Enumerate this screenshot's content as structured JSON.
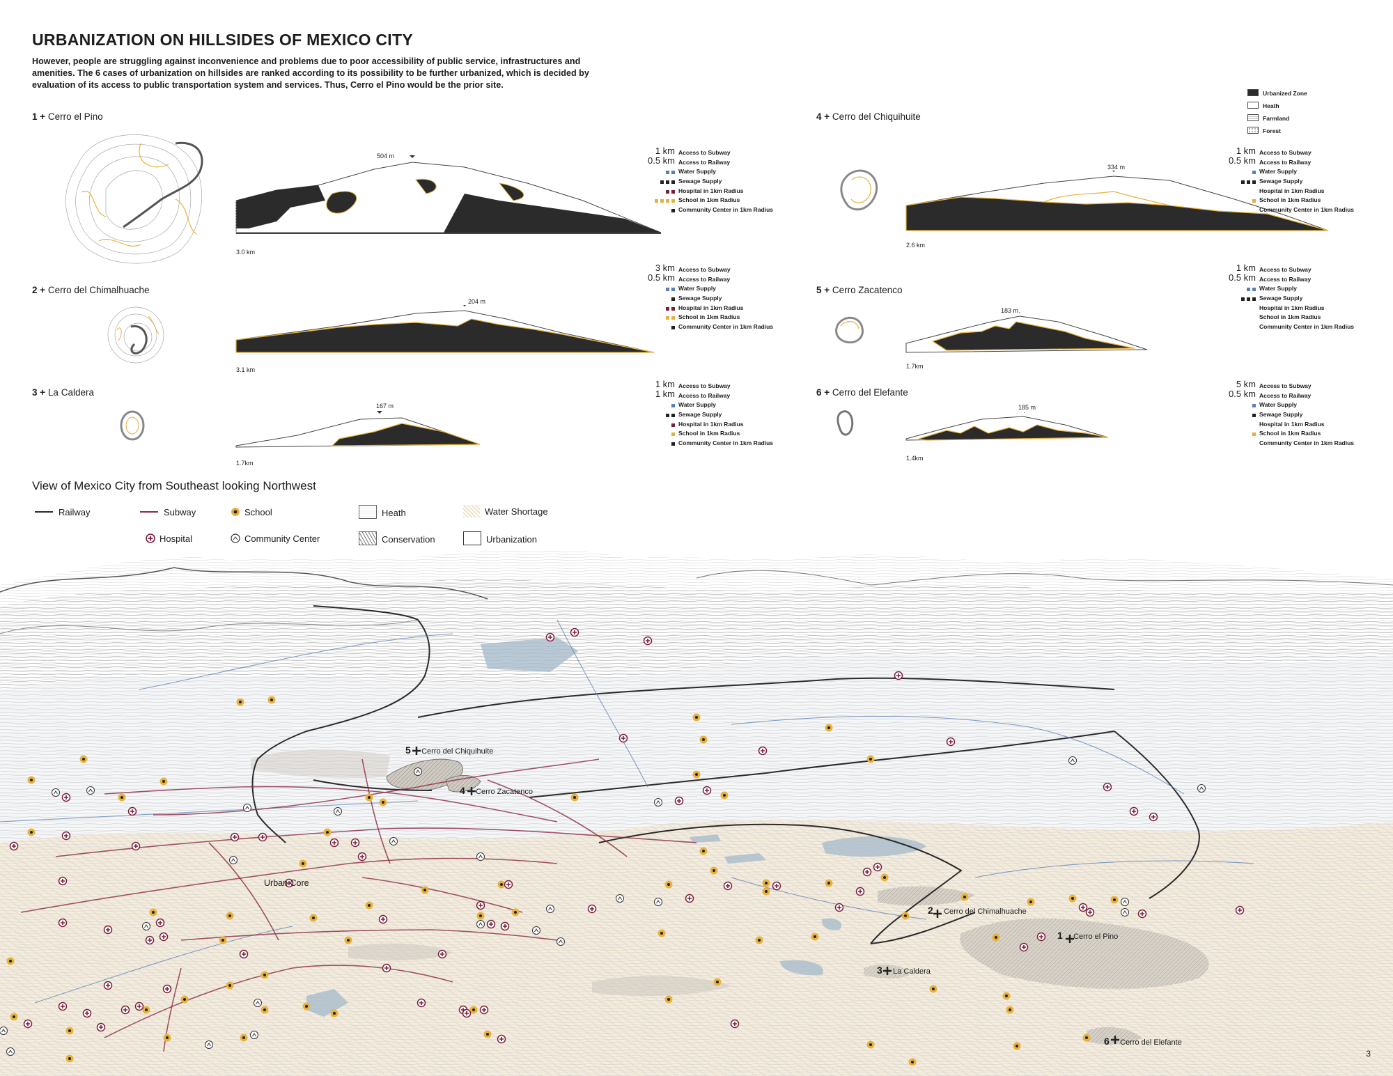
{
  "header": {
    "title": "URBANIZATION ON HILLSIDES OF MEXICO CITY",
    "intro": "However, people are struggling against inconvenience and problems due to poor accessibility of public service, infrastructures and amenities. The 6 cases of urbanization on hillsides are ranked according to its possibility to be further urbanized, which is decided by evaluation of its access to public transportation system and services. Thus, Cerro el Pino would be the prior site."
  },
  "zone_key": [
    "Urbanized Zone",
    "Heath",
    "Farmland",
    "Forest"
  ],
  "labels": {
    "access_subway": "Access to Subway",
    "access_railway": "Access to Railway",
    "water": "Water Supply",
    "sewage": "Sewage Supply",
    "hospital": "Hospital in 1km Radius",
    "school": "School in 1km Radius",
    "community": "Community Center in 1km Radius"
  },
  "sites": [
    {
      "num": "1 +",
      "name": "Cerro el Pino",
      "height": "504 m",
      "width": "3.0 km",
      "subway": "1 km",
      "railway": "0.5 km",
      "water": 2,
      "sewage": 3,
      "hospital": 2,
      "school": 4,
      "community": 1
    },
    {
      "num": "2 +",
      "name": "Cerro del Chimalhuache",
      "height": "204 m",
      "width": "3.1 km",
      "subway": "3 km",
      "railway": "0.5 km",
      "water": 2,
      "sewage": 1,
      "hospital": 2,
      "school": 2,
      "community": 1
    },
    {
      "num": "3 +",
      "name": "La Caldera",
      "height": "167 m",
      "width": "1.7km",
      "subway": "1 km",
      "railway": "1 km",
      "water": 1,
      "sewage": 2,
      "hospital": 1,
      "school": 1,
      "community": 1
    },
    {
      "num": "4 +",
      "name": "Cerro del Chiquihuite",
      "height": "334 m",
      "width": "2.6 km",
      "subway": "1 km",
      "railway": "0.5 km",
      "water": 1,
      "sewage": 3,
      "hospital": 0,
      "school": 1,
      "community": 0
    },
    {
      "num": "5 +",
      "name": "Cerro Zacatenco",
      "height": "183 m",
      "width": "1.7km",
      "subway": "1 km",
      "railway": "0.5 km",
      "water": 2,
      "sewage": 3,
      "hospital": 0,
      "school": 0,
      "community": 0
    },
    {
      "num": "6 +",
      "name": "Cerro del Elefante",
      "height": "185 m",
      "width": "1.4km",
      "subway": "5 km",
      "railway": "0.5 km",
      "water": 1,
      "sewage": 1,
      "hospital": 0,
      "school": 1,
      "community": 0
    }
  ],
  "view": {
    "title": "View of Mexico City from Southeast looking Northwest",
    "legend": {
      "railway": "Railway",
      "subway": "Subway",
      "school": "School",
      "heath": "Heath",
      "water_shortage": "Water Shortage",
      "hospital": "Hospital",
      "community": "Community Center",
      "conservation": "Conservation",
      "urbanization": "Urbanization"
    },
    "map_labels": {
      "urban_core": "Urban Core",
      "s1": "Cerro el Pino",
      "s2": "Cerro del Chimalhuache",
      "s3": "La Caldera",
      "s4": "Cerro Zacatenco",
      "s5": "Cerro del Chiquihuite",
      "s6": "Cerro del Elefante",
      "n1": "1",
      "n2": "2",
      "n3": "3",
      "n4": "4",
      "n5": "5",
      "n6": "6"
    }
  },
  "page_number": "3",
  "colors": {
    "urbanized": "#2b2b2b",
    "school": "#e8b23a",
    "hospital": "#7a1f3a",
    "water": "#5a7fb5",
    "subway": "#8a2a44",
    "railway": "#2a2a2a",
    "water_shortage": "#e9dcc2",
    "conservation": "#8d877d"
  }
}
